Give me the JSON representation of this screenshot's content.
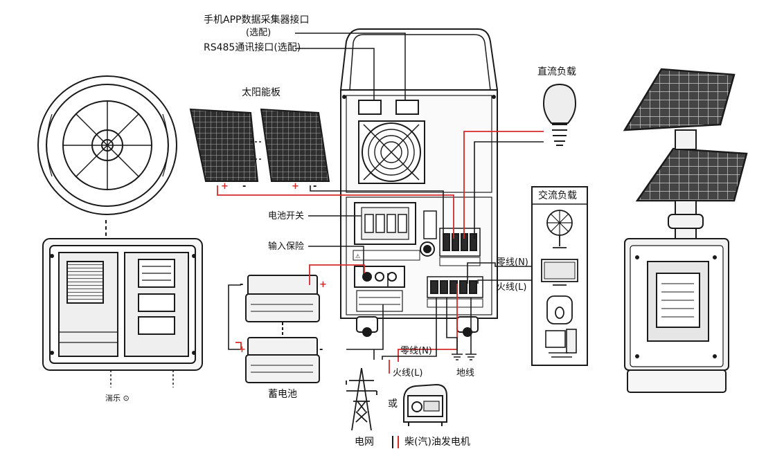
{
  "labels": {
    "app_port": "手机APP数据采集器接口",
    "app_port_note": "(选配)",
    "rs485_port": "RS485通讯接口(选配)",
    "solar_panel": "太阳能板",
    "dc_load": "直流负载",
    "ac_load": "交流负载",
    "battery_switch": "电池开关",
    "input_fuse": "输入保险",
    "battery": "蓄电池",
    "neutral_out": "零线(N)",
    "live_out": "火线(L)",
    "neutral_in": "零线(N)",
    "live_in": "火线(L)",
    "ground": "地线",
    "or": "或",
    "grid": "电网",
    "generator": "柴(汽)油发电机",
    "left_device_caption": "湍乐 ⊙",
    "plus": "+",
    "minus": "-"
  },
  "colors": {
    "line": "#1a1a1a",
    "red_wire": "#d42a2a",
    "black_wire": "#1a1a1a",
    "panel_fill": "#3a3a3a",
    "device_fill": "#f4f4f4"
  },
  "icons": [
    "fan-icon",
    "bulb-icon",
    "screen-icon",
    "rice-cooker-icon",
    "computer-icon",
    "pylon-icon",
    "generator-icon",
    "ground-icon",
    "solar-panel-icon",
    "battery-icon"
  ]
}
